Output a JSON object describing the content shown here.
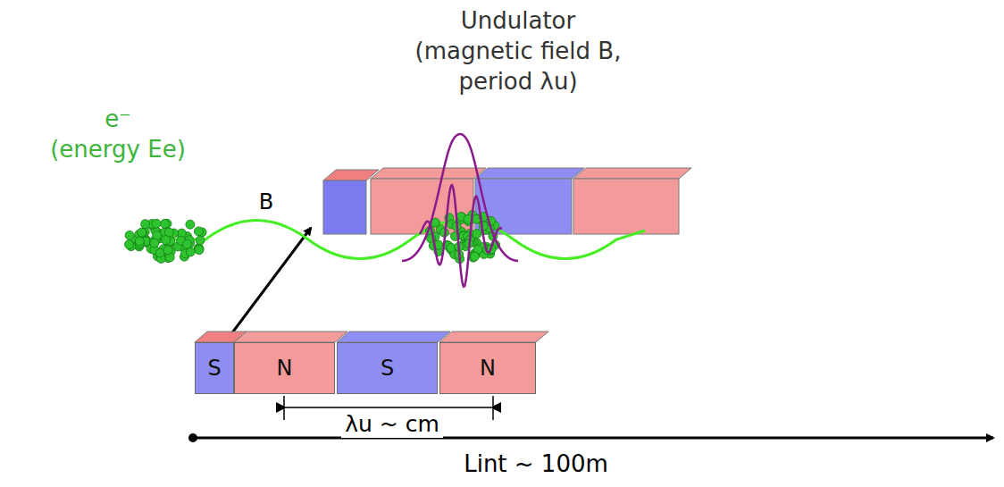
{
  "diagram": {
    "nodes": [
      {
        "text": [
          "S"
        ]
      },
      {
        "text": [
          "N"
        ]
      },
      {
        "text": [
          "S"
        ]
      },
      {
        "text": [
          "N"
        ]
      }
    ],
    "labels": [
      "Undulator",
      "(magnetic field B,",
      "period λu)",
      "e⁻",
      "(energy Ee)",
      "B",
      "λu ~ cm",
      "Lint ~ 100m"
    ]
  }
}
